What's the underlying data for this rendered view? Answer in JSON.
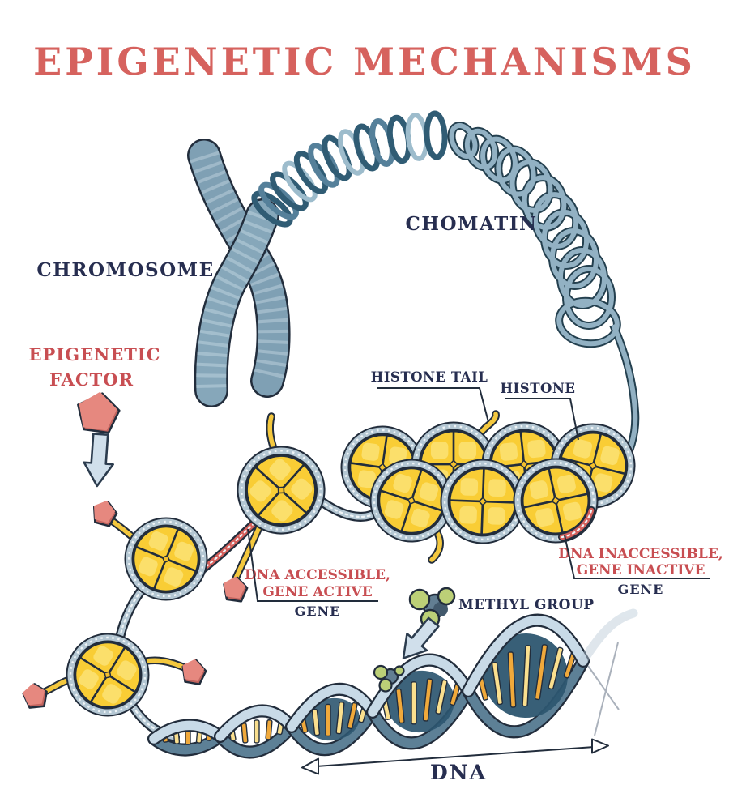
{
  "title": "EPIGENETIC MECHANISMS",
  "labels": {
    "chromosome": "CHROMOSOME",
    "chromatin": "CHOMATIN",
    "epigenetic_factor_line1": "EPIGENETIC",
    "epigenetic_factor_line2": "FACTOR",
    "histone_tail": "HISTONE TAIL",
    "histone": "HISTONE",
    "dna_accessible_line1": "DNA ACCESSIBLE,",
    "dna_accessible_line2": "GENE ACTIVE",
    "gene_active_caption": "GENE",
    "dna_inaccessible_line1": "DNA INACCESSIBLE,",
    "dna_inaccessible_line2": "GENE INACTIVE",
    "gene_inactive_caption": "GENE",
    "methyl_group": "METHYL GROUP",
    "dna": "DNA"
  },
  "colors": {
    "title_red": "#d6625e",
    "label_red": "#c84e52",
    "navy_text": "#272e50",
    "outline_dark": "#222d3c",
    "chromosome_blue": "#7fa0b4",
    "chromosome_band": "#b9cedb",
    "coil_dark": "#305c74",
    "spring_blue": "#92b1c3",
    "histone_yellow": "#f9cd35",
    "histone_highlight": "#fbdf6b",
    "dna_wrap_gray": "#b4c7d3",
    "red_strand": "#d5605c",
    "pentagon_pink": "#e6887f",
    "arrow_fill": "#d0dfeb",
    "methyl_green": "#bcd077",
    "methyl_core": "#627e92",
    "helix_light": "#c8dae7",
    "helix_dark": "#5d8096",
    "helix_inner": "#2d5670",
    "rung_orange": "#f0a93b",
    "rung_pale": "#fadf8e"
  }
}
